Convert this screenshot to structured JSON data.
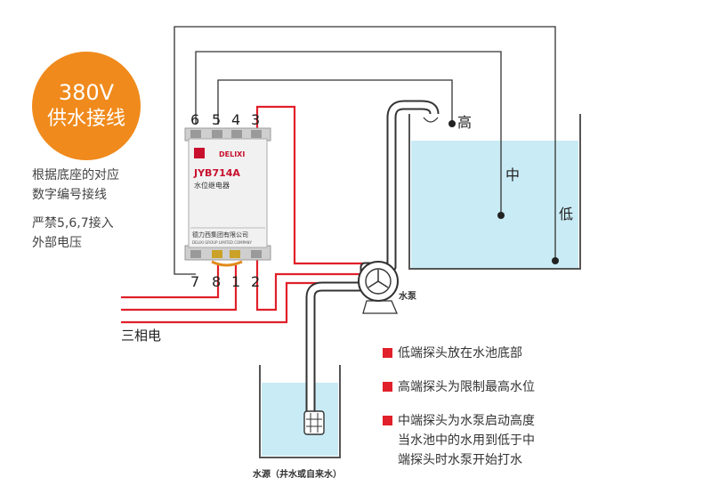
{
  "badge": {
    "line1": "380V",
    "line2": "供水接线"
  },
  "notes": {
    "wiring": [
      "根据底座的对应",
      "数字编号接线"
    ],
    "warning": [
      "严禁5,6,7接入",
      "外部电压"
    ]
  },
  "relay": {
    "brand": "DELIXI",
    "model": "JYB714A",
    "name": "水位继电器",
    "company_cn": "德力西集团有限公司",
    "company_en": "DELIXI GROUP LIMITED COMPANY",
    "terminals_top": [
      "6",
      "5",
      "4",
      "3"
    ],
    "terminals_bottom": [
      "7",
      "8",
      "1",
      "2"
    ]
  },
  "probes": {
    "high": "高",
    "mid": "中",
    "low": "低"
  },
  "labels": {
    "pump": "水泵",
    "three_phase": "三相电",
    "source": "水源（井水或自来水）"
  },
  "legend": [
    {
      "lines": [
        "低端探头放在水池底部"
      ]
    },
    {
      "lines": [
        "高端探头为限制最高水位"
      ]
    },
    {
      "lines": [
        "中端探头为水泵启动高度",
        "当水池中的水用到低于中",
        "端探头时水泵开始打水"
      ]
    }
  ],
  "colors": {
    "accent": "#f08a1c",
    "wire_red": "#e0202a",
    "wire_dark": "#333333",
    "water": "#c9ebf5",
    "tank": "#555555",
    "relay_body": "#f1f1f1"
  }
}
